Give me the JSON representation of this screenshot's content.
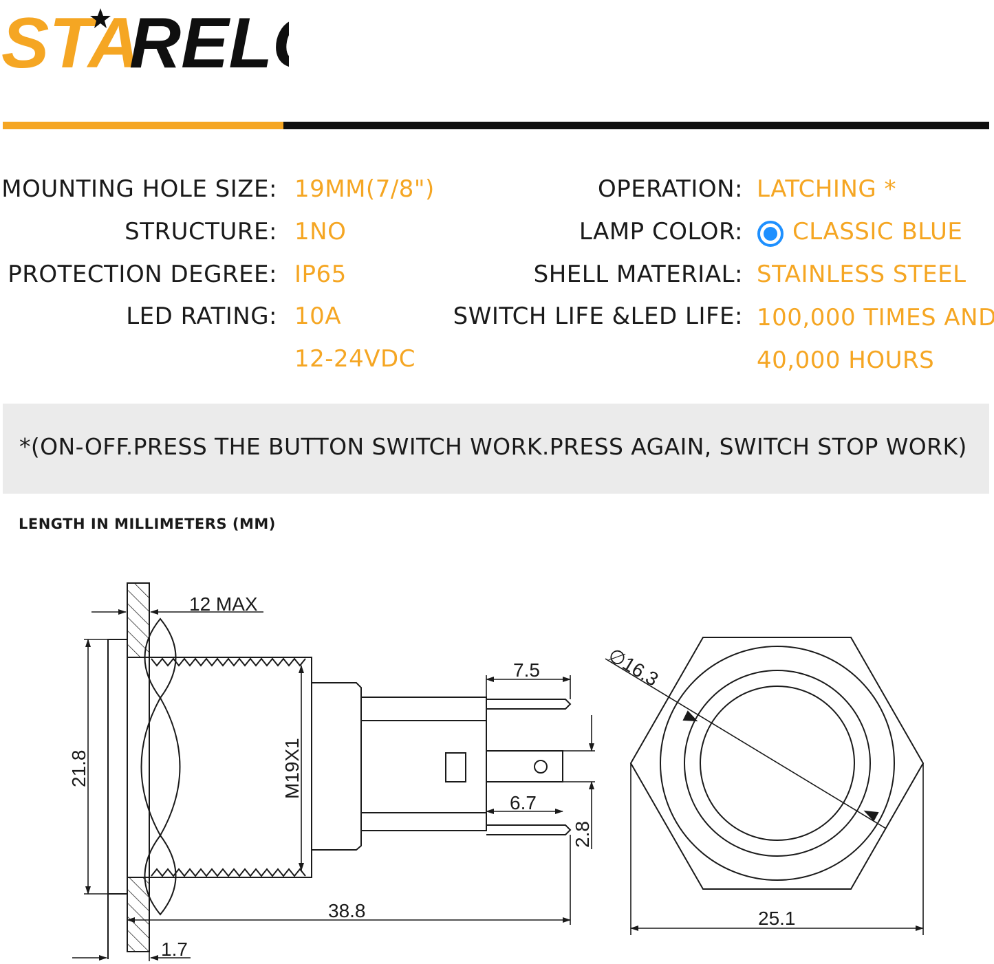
{
  "brand": {
    "name": "STARELO",
    "part_accent": "ST",
    "part_star": "A",
    "part_rest": "RELO",
    "accent_color": "#f5a623",
    "dark_color": "#0f0f0f"
  },
  "specs_left": [
    {
      "label": "MOUNTING HOLE SIZE:",
      "value": "19MM(7/8\")"
    },
    {
      "label": "STRUCTURE:",
      "value": "1NO"
    },
    {
      "label": "PROTECTION DEGREE:",
      "value": "IP65"
    },
    {
      "label": "LED RATING:",
      "value": "10A",
      "value2": "12-24VDC"
    }
  ],
  "specs_right": [
    {
      "label": "OPERATION:",
      "value": "LATCHING *"
    },
    {
      "label": "LAMP COLOR:",
      "value": "CLASSIC BLUE",
      "icon": "blue-dot-icon",
      "icon_color": "#1e90ff"
    },
    {
      "label": "SHELL MATERIAL:",
      "value": "STAINLESS STEEL"
    },
    {
      "label": "SWITCH LIFE &LED LIFE:",
      "value": "100,000 TIMES AND",
      "value2": "40,000 HOURS"
    }
  ],
  "note": "*(ON-OFF.PRESS THE BUTTON SWITCH WORK.PRESS AGAIN, SWITCH STOP WORK)",
  "drawing": {
    "caption": "LENGTH IN MILLIMETERS (MM)",
    "dims": {
      "max_panel": "12 MAX",
      "height": "21.8",
      "thread": "M19X1",
      "total_length": "38.8",
      "flange": "1.7",
      "terminal_length": "7.5",
      "terminal_short": "6.7",
      "terminal_thickness": "2.8",
      "ring_diameter": "∅16.3",
      "hex_width": "25.1"
    }
  }
}
